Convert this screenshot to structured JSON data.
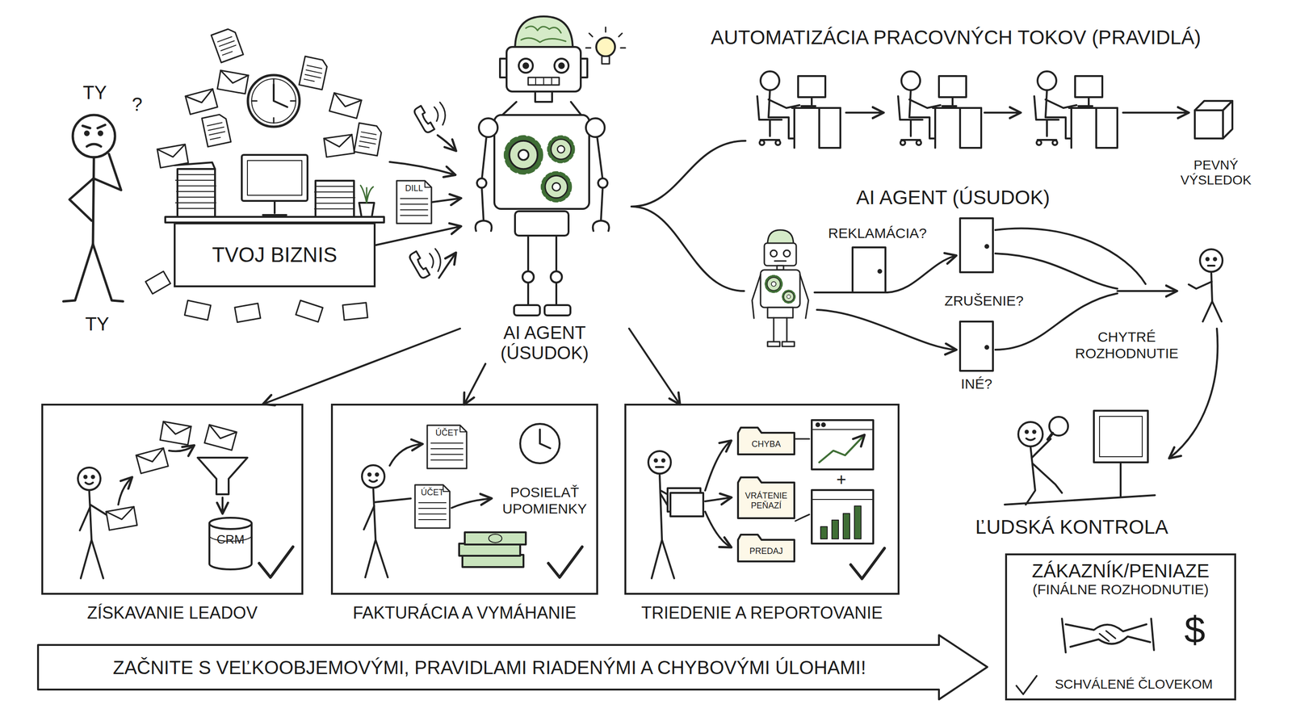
{
  "diagram": {
    "nodes": [
      {
        "text": [
          "TVOJ BIZNIS"
        ]
      },
      {
        "text": [
          "DILL"
        ]
      },
      {
        "text": [
          "AI AGENT (ÚSUDOK)"
        ]
      },
      {
        "text": [
          "PEVNÝ VÝSLEDOK"
        ]
      },
      {
        "text": [
          "ZÍSKAVANIE LEADOV"
        ]
      },
      {
        "text": [
          "CRM"
        ],
        "in": 4
      },
      {
        "text": [
          "FAKTURÁCIA A VYMÁHANIE"
        ]
      },
      {
        "text": [
          "ÚČET"
        ],
        "in": 6
      },
      {
        "text": [
          "ÚČET"
        ],
        "in": 6
      },
      {
        "text": [
          "TRIEDENIE A REPORTOVANIE"
        ]
      },
      {
        "text": [
          "CHYBA"
        ],
        "in": 9
      },
      {
        "text": [
          "VRÁTENIE PEŇAZÍ"
        ],
        "in": 9
      },
      {
        "text": [
          "PREDAJ"
        ],
        "in": 9
      },
      {
        "text": [
          "ZÁKAZNÍK/PENIAZE",
          "(FINÁLNE ROZHODNUTIE)",
          "SCHVÁLENÉ ČLOVEKOM"
        ]
      },
      {
        "text": [
          "ZAČNITE S VEĽKOOBJEMOVÝMI, PRAVIDLAMI RIADENÝMI A CHYBOVÝMI ÚLOHAMI!"
        ]
      }
    ],
    "edges": [
      {
        "from": 0,
        "to": 2,
        "arrow": "to"
      },
      {
        "from": 1,
        "to": 2,
        "arrow": "to"
      },
      {
        "from": 2,
        "to": 4,
        "arrow": "to"
      },
      {
        "from": 2,
        "to": 6,
        "arrow": "to"
      },
      {
        "from": 2,
        "to": 9,
        "arrow": "to"
      }
    ],
    "labels": [
      "TY",
      "?",
      "TY",
      "AUTOMATIZÁCIA PRACOVNÝCH TOKOV (PRAVIDLÁ)",
      "AI AGENT (ÚSUDOK)",
      "REKLAMÁCIA?",
      "ZRUŠENIE?",
      "INÉ?",
      "CHYTRÉ ROZHODNUTIE",
      "ĽUDSKÁ KONTROLA",
      "POSIELAŤ UPOMIENKY",
      "+",
      "$"
    ]
  }
}
